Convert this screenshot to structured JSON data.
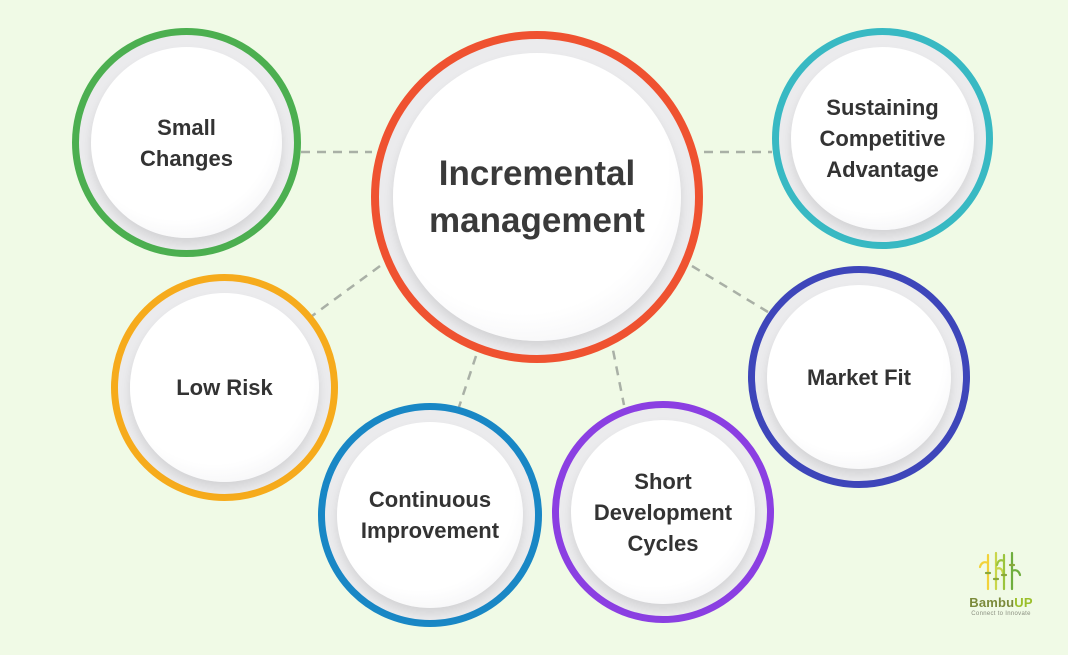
{
  "diagram": {
    "center": {
      "label": "Incremental\nmanagement",
      "color": "#ef5230"
    },
    "nodes": [
      {
        "id": "small-changes",
        "label": "Small\nChanges",
        "color": "#4caf50"
      },
      {
        "id": "sustaining-competitive-advantage",
        "label": "Sustaining\nCompetitive\nAdvantage",
        "color": "#38b9c3"
      },
      {
        "id": "low-risk",
        "label": "Low Risk",
        "color": "#f6ab1c"
      },
      {
        "id": "market-fit",
        "label": "Market Fit",
        "color": "#3e46ba"
      },
      {
        "id": "continuous-improvement",
        "label": "Continuous\nImprovement",
        "color": "#1987c5"
      },
      {
        "id": "short-development-cycles",
        "label": "Short\nDevelopment\nCycles",
        "color": "#8b3fe2"
      }
    ],
    "connector_color": "#a9b0a6"
  },
  "logo": {
    "icon": "bamboo-logo-icon",
    "name_part1": "Bambu",
    "name_part2": "UP",
    "tagline": "Connect to Innovate"
  }
}
